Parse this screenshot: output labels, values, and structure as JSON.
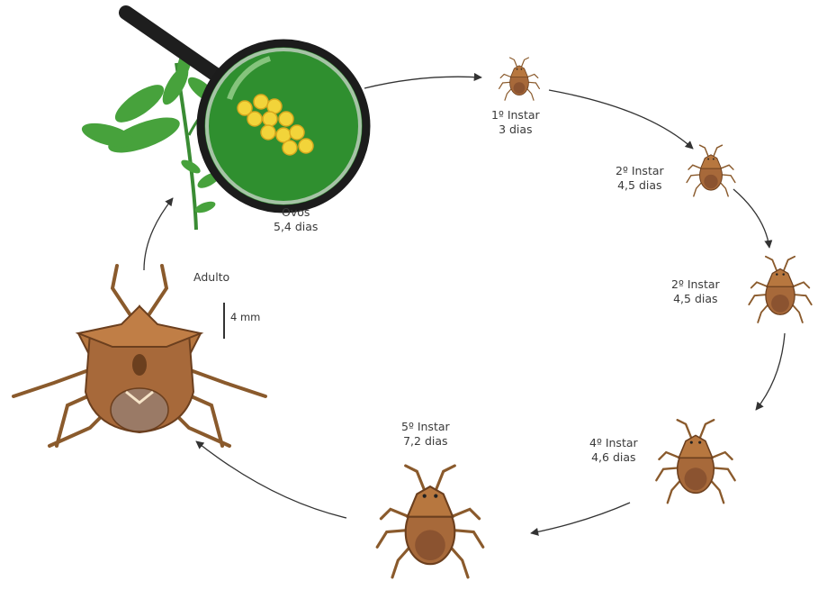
{
  "stages": {
    "eggs": {
      "name": "Ovos",
      "duration": "5,4 dias"
    },
    "instar1": {
      "name": "1º Instar",
      "duration": "3 dias"
    },
    "instar2a": {
      "name": "2º Instar",
      "duration": "4,5 dias"
    },
    "instar2b": {
      "name": "2º Instar",
      "duration": "4,5 dias"
    },
    "instar4": {
      "name": "4º Instar",
      "duration": "4,6 dias"
    },
    "instar5": {
      "name": "5º Instar",
      "duration": "7,2 dias"
    },
    "adult": {
      "name": "Adulto"
    }
  },
  "scale_bar": {
    "label": "4 mm"
  },
  "colors": {
    "bug_body": "#a7693a",
    "bug_dark": "#6b3f1e",
    "bug_light": "#c98a52",
    "plant_green": "#3f9a3a",
    "lens_green": "#2f8f2f",
    "eggs_yellow": "#f2d43a",
    "arrow": "#333333"
  },
  "icons": [
    "magnifying-glass-icon",
    "plant-icon",
    "egg-cluster-icon",
    "stink-bug-icon"
  ]
}
